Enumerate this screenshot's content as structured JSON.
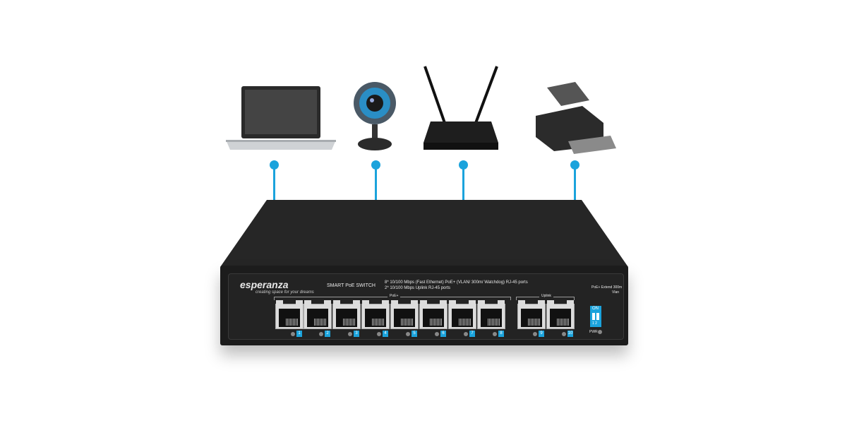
{
  "brand": {
    "name": "esperanza",
    "tagline": "creating space for your dreams"
  },
  "product": {
    "name": "SMART PoE SWITCH",
    "spec_line1": "8* 10/100 Mbps (Fast Ethernet) PoE+ (VLAN/ 300m/ Watchdog) RJ-45 ports",
    "spec_line2": "2* 10/100 Mbps Uplink RJ-45 ports"
  },
  "groups": {
    "poe": "PoE+",
    "uplink": "Uplink"
  },
  "ports": [
    "1",
    "2",
    "3",
    "4",
    "5",
    "6",
    "7",
    "8",
    "9",
    "10"
  ],
  "dip": {
    "label1": "PoE+ Extend 300m",
    "label2": "Vlan",
    "on": "ON",
    "nums": "1 2",
    "pwr": "PWR"
  },
  "devices": [
    "laptop-icon",
    "webcam-icon",
    "router-icon",
    "printer-icon"
  ],
  "colors": {
    "accent": "#1ba3dc",
    "body": "#1c1c1c"
  }
}
